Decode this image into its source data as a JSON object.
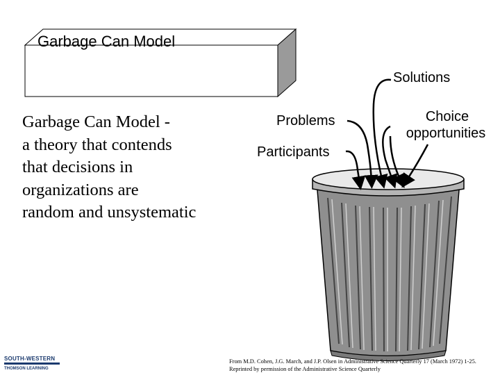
{
  "slide": {
    "box_title": "Garbage Can Model",
    "definition_term": "Garbage Can Model -",
    "definition_lines": [
      "a theory that contends",
      "that decisions in",
      "organizations are",
      "random and unsystematic"
    ]
  },
  "diagram": {
    "labels": {
      "solutions": "Solutions",
      "problems": "Problems",
      "participants": "Participants",
      "choice_line1": "Choice",
      "choice_line2": "opportunities"
    },
    "icon": "garbage-can-icon"
  },
  "footer": {
    "logo_line1": "SOUTH-WESTERN",
    "logo_line2": "THOMSON LEARNING",
    "citation_line1": "From M.D. Cohen, J.G. March, and J.P. Olsen in Administrative Science Quarterly 17 (March 1972) 1-25.",
    "citation_line2": "Reprinted by permission of the Administrative Science Quarterly"
  }
}
